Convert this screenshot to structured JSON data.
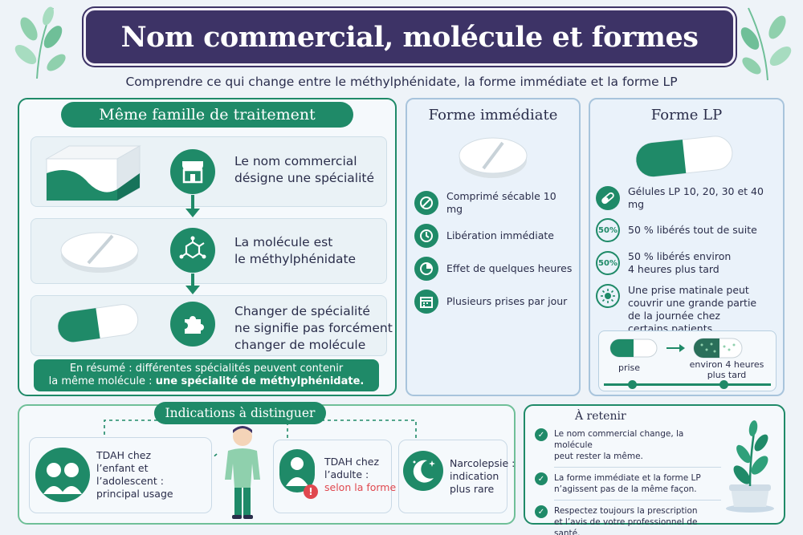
{
  "header": {
    "title": "Nom commercial, molécule et formes",
    "subtitle": "Comprendre ce qui change entre le méthylphénidate, la forme immédiate et la forme LP"
  },
  "famille": {
    "title": "Même famille de traitement",
    "rows": [
      {
        "line1": "Le nom commercial",
        "line2": "désigne une spécialité",
        "line3": ""
      },
      {
        "line1": "La molécule est",
        "line2": "le méthylphénidate",
        "line3": ""
      },
      {
        "line1": "Changer de spécialité",
        "line2": "ne signifie pas forcément",
        "line3": "changer de molécule"
      }
    ],
    "resume_line1": "En résumé : différentes spécialités peuvent contenir",
    "resume_line2_prefix": "la même molécule : ",
    "resume_line2_bold": "une spécialité de méthylphénidate."
  },
  "immediate": {
    "title": "Forme immédiate",
    "features": [
      {
        "text": "Comprimé sécable 10 mg",
        "icon": "split-tablet-icon"
      },
      {
        "text": "Libération immédiate",
        "icon": "clock-icon"
      },
      {
        "text": "Effet de quelques heures",
        "icon": "pie-timer-icon"
      },
      {
        "text": "Plusieurs prises par jour",
        "icon": "calendar-icon"
      }
    ]
  },
  "lp": {
    "title": "Forme LP",
    "features": [
      {
        "line1": "Gélules LP 10, 20, 30 et 40 mg",
        "line2": "",
        "line3": "",
        "line4": "",
        "icon": "capsule-icon",
        "badge": ""
      },
      {
        "line1": "50 % libérés tout de suite",
        "line2": "",
        "line3": "",
        "line4": "",
        "icon": "percent-icon",
        "badge": "50%"
      },
      {
        "line1": "50 % libérés environ",
        "line2": "4 heures plus tard",
        "line3": "",
        "line4": "",
        "icon": "percent-icon",
        "badge": "50%"
      },
      {
        "line1": "Une prise matinale peut",
        "line2": "couvrir une grande partie",
        "line3": "de la journée chez",
        "line4": "certains patients",
        "icon": "sun-icon",
        "badge": ""
      }
    ],
    "timeline": {
      "start_label": "prise",
      "end_label_line1": "environ 4 heures",
      "end_label_line2": "plus tard"
    }
  },
  "indications": {
    "title": "Indications à distinguer",
    "cards": [
      {
        "line1": "TDAH chez",
        "line2": "l’enfant et",
        "line3": "l’adolescent :",
        "line4": "principal usage",
        "highlight": ""
      },
      {
        "line1": "TDAH chez",
        "line2": "l’adulte :",
        "line3": "",
        "line4": "",
        "highlight": "selon la forme"
      },
      {
        "line1": "Narcolepsie :",
        "line2": "indication",
        "line3": "plus rare",
        "line4": "",
        "highlight": ""
      }
    ]
  },
  "retenir": {
    "title": "À retenir",
    "items": [
      {
        "line1": "Le nom commercial change, la molécule",
        "line2": "peut rester la même."
      },
      {
        "line1": "La forme immédiate et la forme LP",
        "line2": "n’agissent pas de la même façon."
      },
      {
        "line1": "Respectez toujours la prescription",
        "line2": "et l’avis de votre professionnel de santé."
      }
    ]
  },
  "colors": {
    "primary_green": "#1f8a68",
    "banner_purple": "#3d3366",
    "alert_red": "#e0484f"
  }
}
